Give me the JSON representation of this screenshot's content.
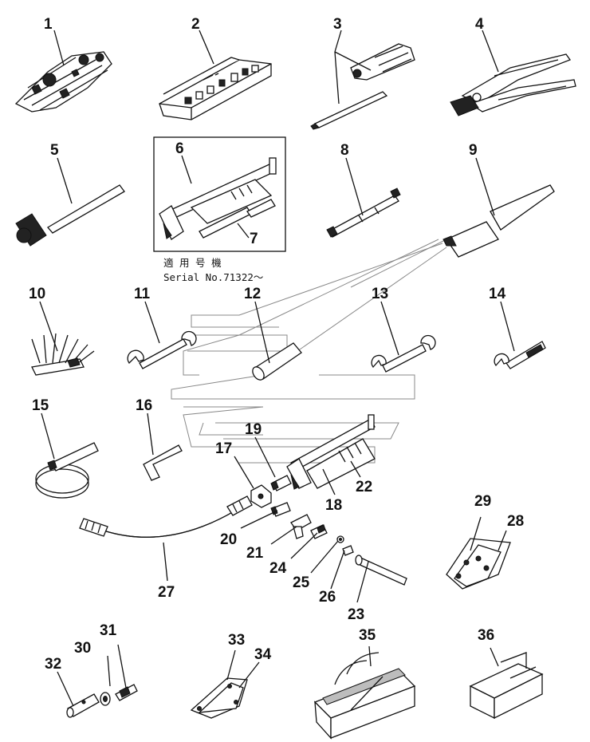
{
  "labels": [
    "1",
    "2",
    "3",
    "4",
    "5",
    "6",
    "7",
    "8",
    "9",
    "10",
    "11",
    "12",
    "13",
    "14",
    "15",
    "16",
    "17",
    "18",
    "19",
    "20",
    "21",
    "22",
    "23",
    "24",
    "25",
    "26",
    "27",
    "28",
    "29",
    "30",
    "31",
    "32",
    "33",
    "34",
    "35",
    "36"
  ],
  "serial_note": {
    "line1": "適 用 号 機",
    "line2": "Serial No.71322～"
  },
  "icons": [
    "wrench-set-icon",
    "socket-set-case-icon",
    "screwdriver-icon",
    "pliers-icon",
    "hammer-icon",
    "grease-gun-icon",
    "nozzle-icon",
    "extension-bar-icon",
    "pipe-icon",
    "feeler-gauge-icon",
    "spanner-icon",
    "filter-wrench-icon",
    "hex-key-icon",
    "hose-icon",
    "plate-icon",
    "bag-icon",
    "box-icon"
  ]
}
